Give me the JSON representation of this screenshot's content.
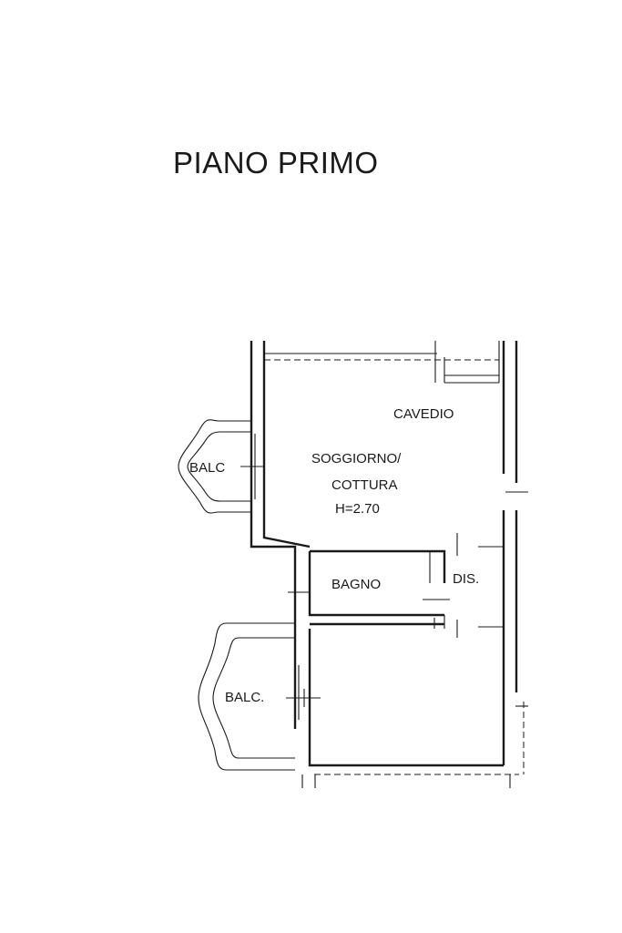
{
  "title": "PIANO PRIMO",
  "rooms": {
    "cavedio": "CAVEDIO",
    "soggiorno": "SOGGIORNO/",
    "cottura": "COTTURA",
    "height": "H=2.70",
    "balcony_upper": "BALC",
    "bagno": "BAGNO",
    "dis": "DIS.",
    "balcony_lower": "BALC."
  },
  "colors": {
    "ink": "#1a1a1a",
    "paper": "#ffffff"
  }
}
